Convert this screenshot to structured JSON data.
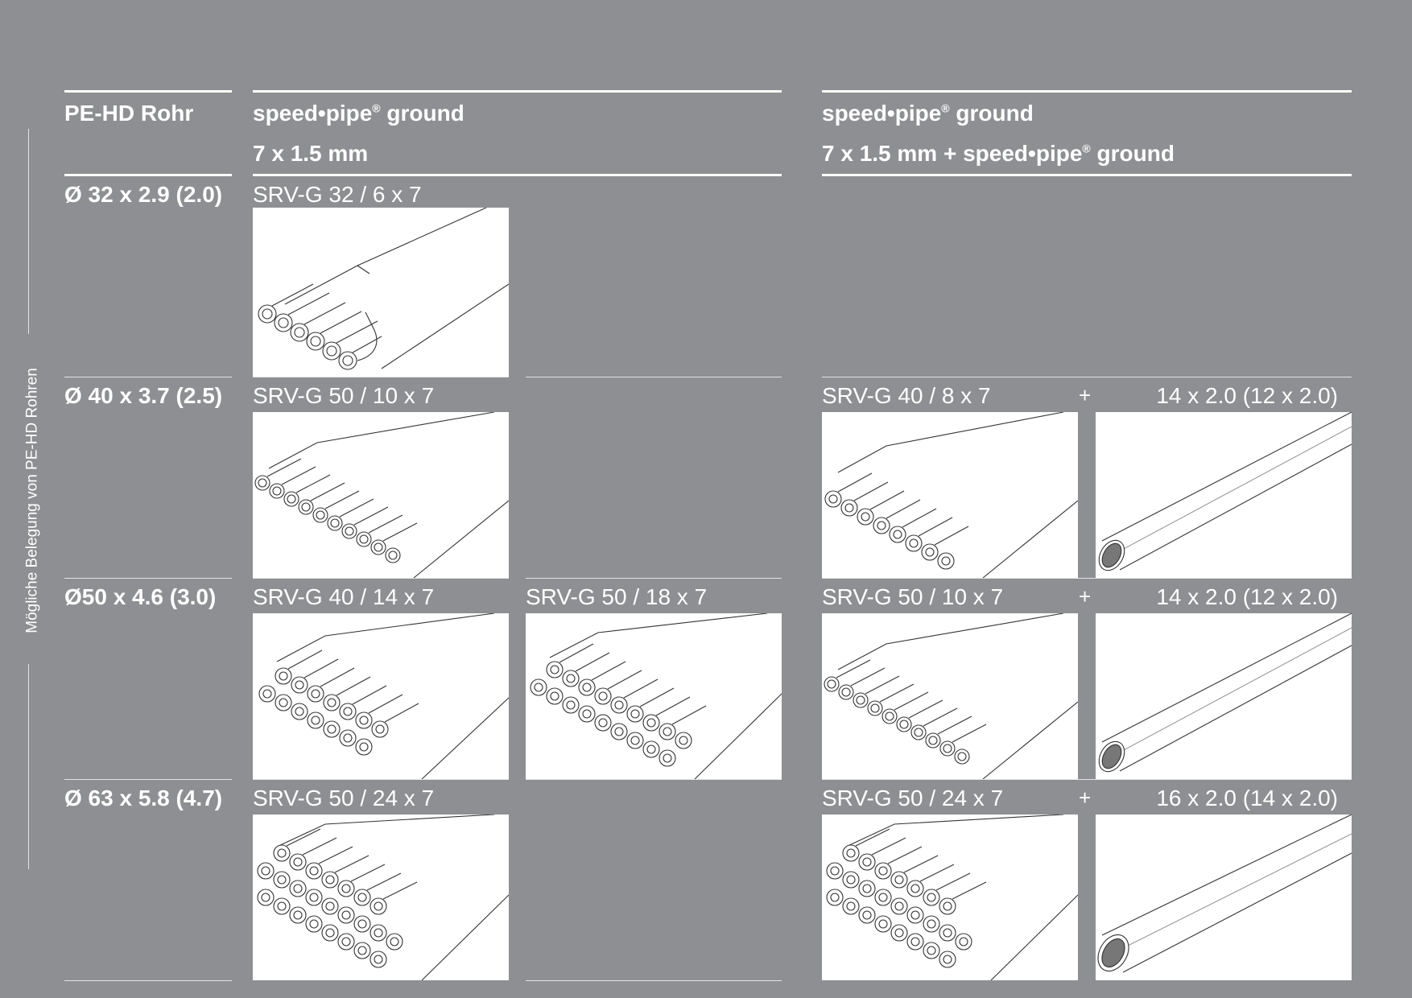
{
  "side_label": "Mögliche Belegung von PE-HD Rohren",
  "header": {
    "col1": "PE-HD Rohr",
    "col2_line1_a": "speed•pipe",
    "col2_line1_b": " ground",
    "col2_line2": "7 x 1.5 mm",
    "col3_line1_a": "speed•pipe",
    "col3_line1_b": " ground",
    "col3_line2_a": "7 x 1.5 mm + speed•pipe",
    "col3_line2_b": " ground",
    "registered": "®"
  },
  "rows": [
    {
      "pipe": "Ø 32 x 2.9 (2.0)",
      "cells": [
        "SRV-G 32 / 6 x 7"
      ]
    },
    {
      "pipe": "Ø 40 x 3.7 (2.5)",
      "cells": [
        "SRV-G 50 / 10 x 7"
      ],
      "combo": {
        "bundle": "SRV-G 40 / 8 x 7",
        "plus": "+",
        "tube": "14 x 2.0 (12 x 2.0)"
      }
    },
    {
      "pipe": "Ø50 x 4.6 (3.0)",
      "cells": [
        "SRV-G 40 / 14 x 7",
        "SRV-G 50 / 18 x 7"
      ],
      "combo": {
        "bundle": "SRV-G 50 / 10 x 7",
        "plus": "+",
        "tube": "14 x 2.0 (12 x 2.0)"
      }
    },
    {
      "pipe": "Ø 63 x 5.8 (4.7)",
      "cells": [
        "SRV-G 50 / 24 x 7"
      ],
      "combo": {
        "bundle": "SRV-G 50 / 24 x 7",
        "plus": "+",
        "tube": "16 x 2.0 (14 x 2.0)"
      }
    }
  ]
}
